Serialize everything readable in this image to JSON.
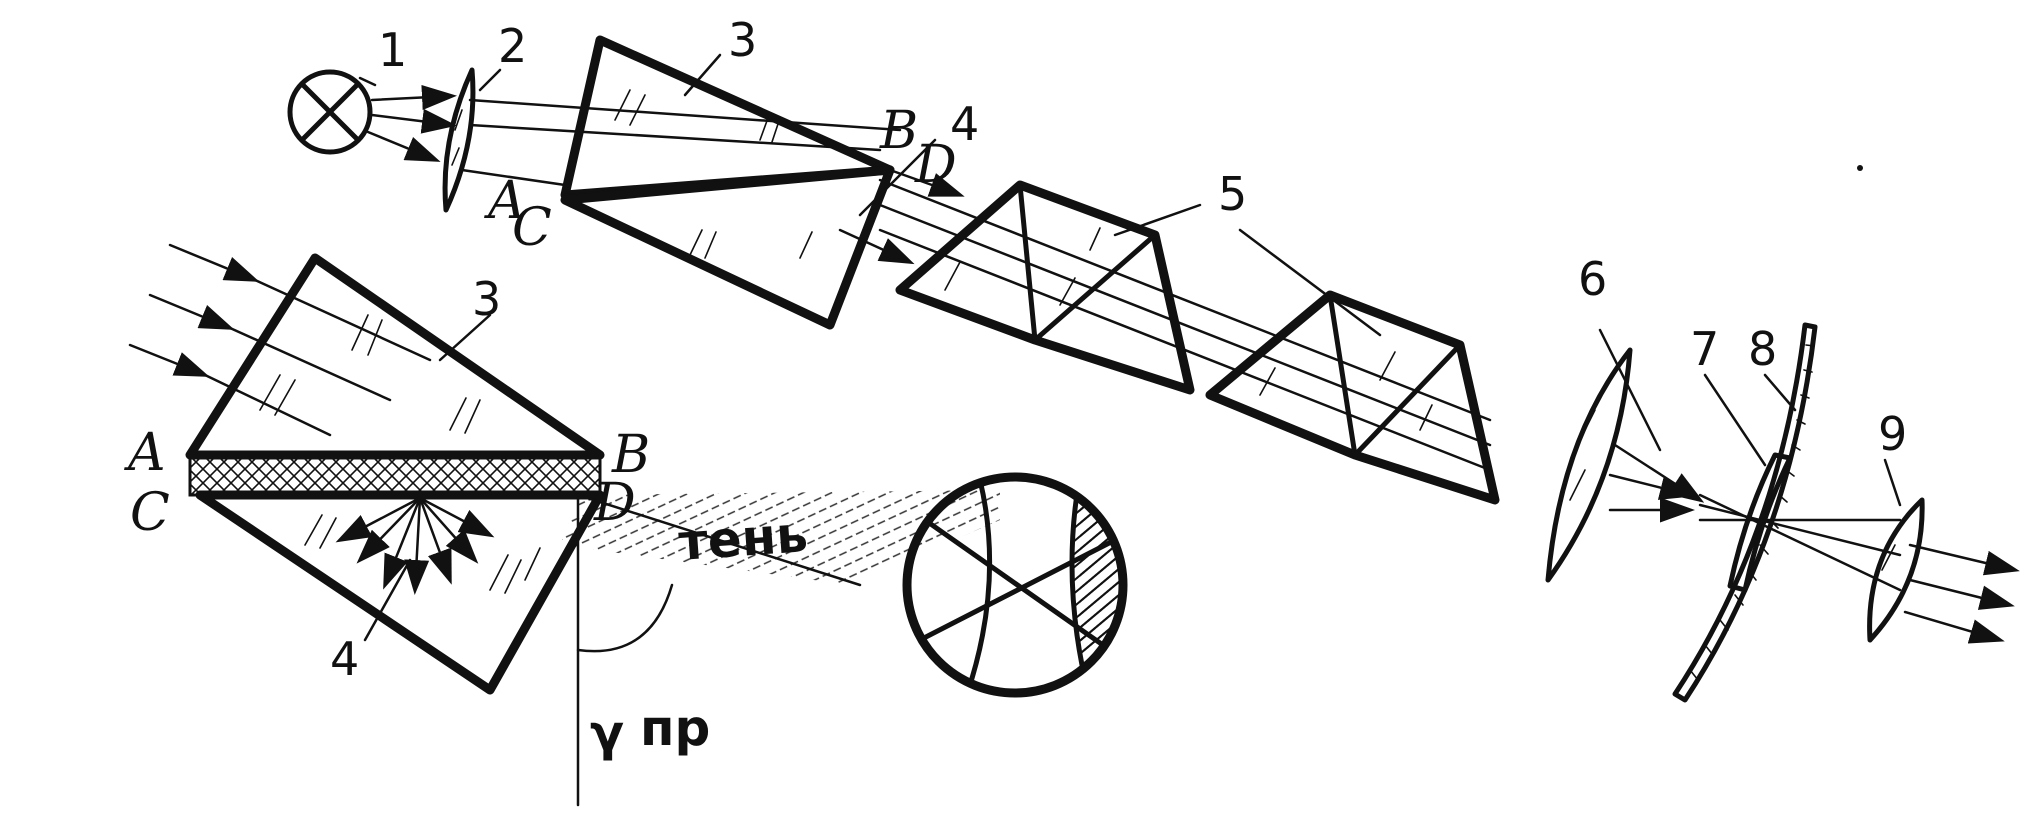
{
  "labels": {
    "n1": "1",
    "n2": "2",
    "n3_top": "3",
    "n4_top": "4",
    "n5": "5",
    "n6": "6",
    "n7": "7",
    "n8": "8",
    "n9": "9",
    "n3_bottom": "3",
    "n4_bottom": "4",
    "A_top": "A",
    "C_top": "C",
    "B_top": "B",
    "D_top": "D",
    "A_bottom": "A",
    "C_bottom": "C",
    "B_bottom": "B",
    "D_bottom": "D",
    "shadow": "тень",
    "gamma": "γ",
    "gamma_sub": "пр"
  },
  "colors": {
    "ink": "#111111",
    "background": "#ffffff"
  }
}
